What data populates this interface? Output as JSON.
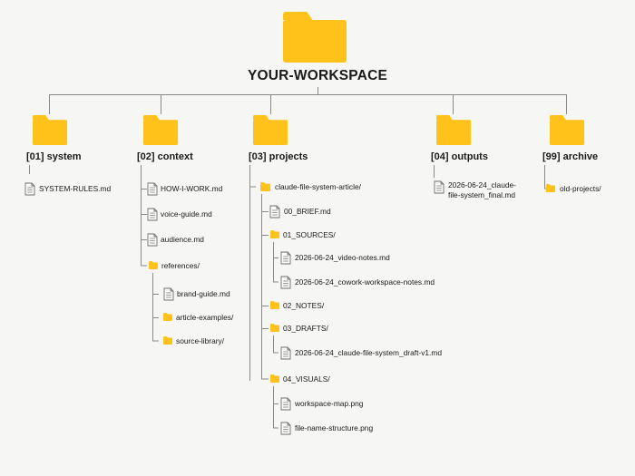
{
  "root": {
    "label": "YOUR-WORKSPACE"
  },
  "columns": {
    "system": {
      "label": "[01] system",
      "file": "SYSTEM-RULES.md"
    },
    "context": {
      "label": "[02] context",
      "files": [
        "HOW-I-WORK.md",
        "voice-guide.md",
        "audience.md"
      ],
      "references": {
        "label": "references/",
        "file": "brand-guide.md",
        "folders": [
          "article-examples/",
          "source-library/"
        ]
      }
    },
    "projects": {
      "label": "[03] projects",
      "article": "claude-file-system-article/",
      "brief": "00_BRIEF.md",
      "sources": {
        "label": "01_SOURCES/",
        "files": [
          "2026-06-24_video-notes.md",
          "2026-06-24_cowork-workspace-notes.md"
        ]
      },
      "notes": "02_NOTES/",
      "drafts": {
        "label": "03_DRAFTS/",
        "file": "2026-06-24_claude-file-system_draft-v1.md"
      },
      "visuals": {
        "label": "04_VISUALS/",
        "files": [
          "workspace-map.png",
          "file-name-structure.png"
        ]
      }
    },
    "outputs": {
      "label": "[04] outputs",
      "file_line1": "2026-06-24_claude-",
      "file_line2": "file-system_final.md"
    },
    "archive": {
      "label": "[99] archive",
      "folder": "old-projects/"
    }
  },
  "colors": {
    "folder": "#FFC21A",
    "line": "#8a8a8a",
    "doc_stroke": "#6e6e6e"
  }
}
